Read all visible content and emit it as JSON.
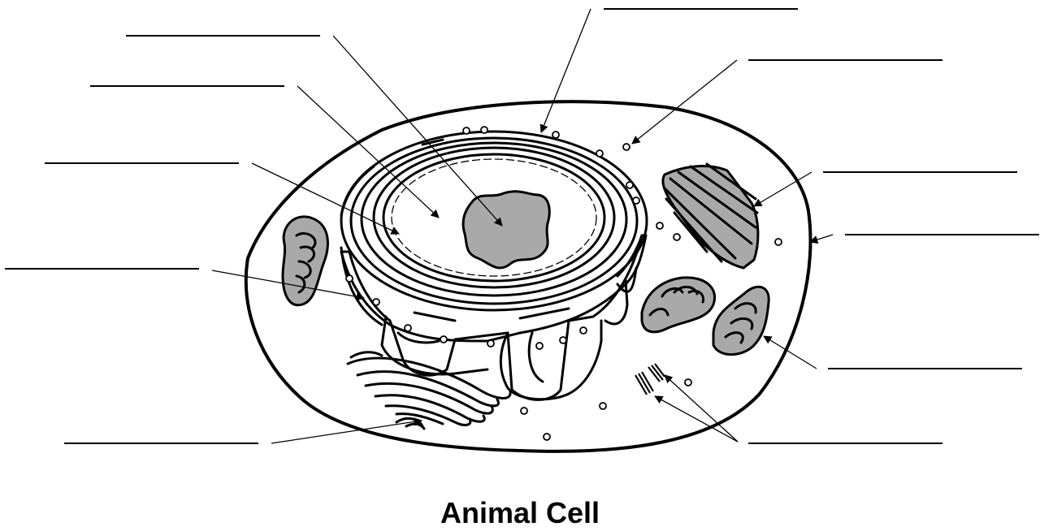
{
  "diagram": {
    "title": "Animal Cell",
    "label_blanks": [
      {
        "name": "label-blank-nucleolus"
      },
      {
        "name": "label-blank-cell-membrane-top"
      },
      {
        "name": "label-blank-nucleus"
      },
      {
        "name": "label-blank-vesicle"
      },
      {
        "name": "label-blank-nuclear-envelope"
      },
      {
        "name": "label-blank-cytoskeleton"
      },
      {
        "name": "label-blank-cell-membrane-right"
      },
      {
        "name": "label-blank-rough-er"
      },
      {
        "name": "label-blank-mitochondrion"
      },
      {
        "name": "label-blank-golgi"
      },
      {
        "name": "label-blank-centrioles"
      }
    ]
  }
}
